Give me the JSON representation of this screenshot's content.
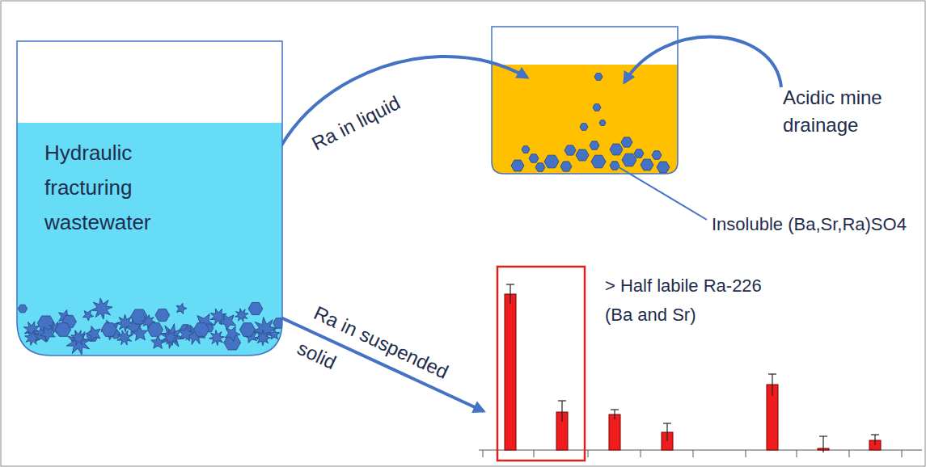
{
  "diagram": {
    "nodes": [
      {
        "text": [
          "Hydraulic fracturing wastewater"
        ]
      }
    ],
    "labels": [
      "Ra in liquid",
      "Acidic mine drainage",
      "Insoluble (Ba,Sr,Ra)SO4",
      "Ra in suspended solid",
      "> Half labile Ra-226 (Ba and Sr)"
    ]
  }
}
